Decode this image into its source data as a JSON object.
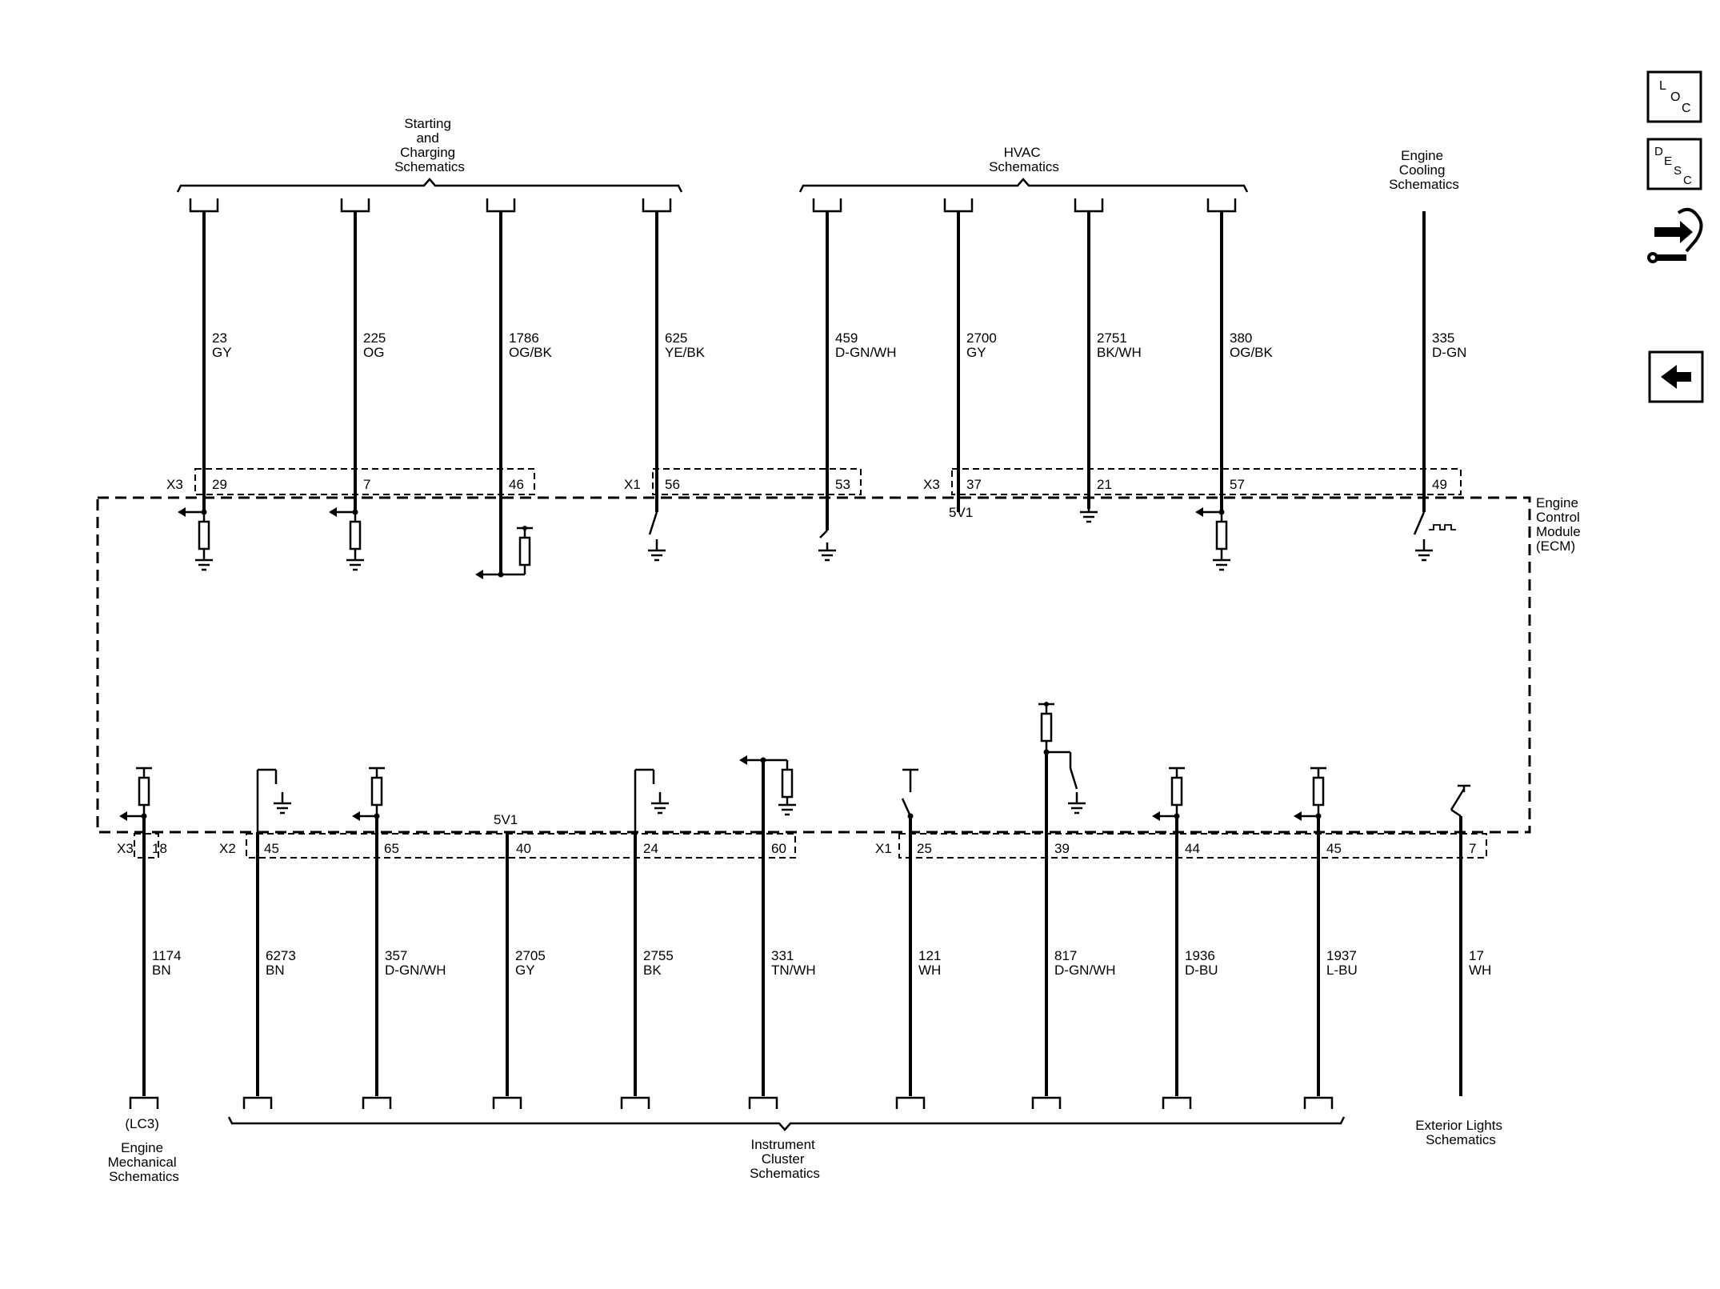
{
  "top_groups": [
    {
      "id": "starting",
      "lines": [
        "Starting",
        "and",
        "Charging",
        "Schematics"
      ]
    },
    {
      "id": "hvac",
      "lines": [
        "HVAC",
        "Schematics"
      ]
    },
    {
      "id": "cooling",
      "lines": [
        "Engine",
        "Cooling",
        "Schematics"
      ]
    }
  ],
  "bottom_groups": [
    {
      "id": "mechanical",
      "lines": [
        "(LC3)",
        "Engine",
        "Mechanical",
        "Schematics"
      ]
    },
    {
      "id": "cluster",
      "lines": [
        "Instrument",
        "Cluster",
        "Schematics"
      ]
    },
    {
      "id": "exterior",
      "lines": [
        "Exterior Lights",
        "Schematics"
      ]
    }
  ],
  "module": {
    "lines": [
      "Engine",
      "Control",
      "Module",
      "(ECM)"
    ]
  },
  "top_connectors": [
    "X3",
    "X1",
    "X3"
  ],
  "bottom_connectors": [
    "X3",
    "X2",
    "X1"
  ],
  "ref_labels": {
    "top_5v": "5V1",
    "bottom_5v": "5V1"
  },
  "top_wires": [
    {
      "circuit": "23",
      "color": "GY",
      "pin": "29"
    },
    {
      "circuit": "225",
      "color": "OG",
      "pin": "7"
    },
    {
      "circuit": "1786",
      "color": "OG/BK",
      "pin": "46"
    },
    {
      "circuit": "625",
      "color": "YE/BK",
      "pin": "56"
    },
    {
      "circuit": "459",
      "color": "D-GN/WH",
      "pin": "53"
    },
    {
      "circuit": "2700",
      "color": "GY",
      "pin": "37"
    },
    {
      "circuit": "2751",
      "color": "BK/WH",
      "pin": "21"
    },
    {
      "circuit": "380",
      "color": "OG/BK",
      "pin": "57"
    },
    {
      "circuit": "335",
      "color": "D-GN",
      "pin": "49"
    }
  ],
  "bottom_wires": [
    {
      "circuit": "1174",
      "color": "BN",
      "pin": "18"
    },
    {
      "circuit": "6273",
      "color": "BN",
      "pin": "45"
    },
    {
      "circuit": "357",
      "color": "D-GN/WH",
      "pin": "65"
    },
    {
      "circuit": "2705",
      "color": "GY",
      "pin": "40"
    },
    {
      "circuit": "2755",
      "color": "BK",
      "pin": "24"
    },
    {
      "circuit": "331",
      "color": "TN/WH",
      "pin": "60"
    },
    {
      "circuit": "121",
      "color": "WH",
      "pin": "25"
    },
    {
      "circuit": "817",
      "color": "D-GN/WH",
      "pin": "39"
    },
    {
      "circuit": "1936",
      "color": "D-BU",
      "pin": "44"
    },
    {
      "circuit": "1937",
      "color": "L-BU",
      "pin": "45"
    },
    {
      "circuit": "17",
      "color": "WH",
      "pin": "7"
    }
  ],
  "side_icons": [
    {
      "name": "loc-icon",
      "letters": [
        "L",
        "O",
        "C"
      ]
    },
    {
      "name": "desc-icon",
      "letters": [
        "D",
        "E",
        "S",
        "C"
      ]
    },
    {
      "name": "hand-wrench-icon"
    },
    {
      "name": "back-arrow-icon"
    }
  ]
}
